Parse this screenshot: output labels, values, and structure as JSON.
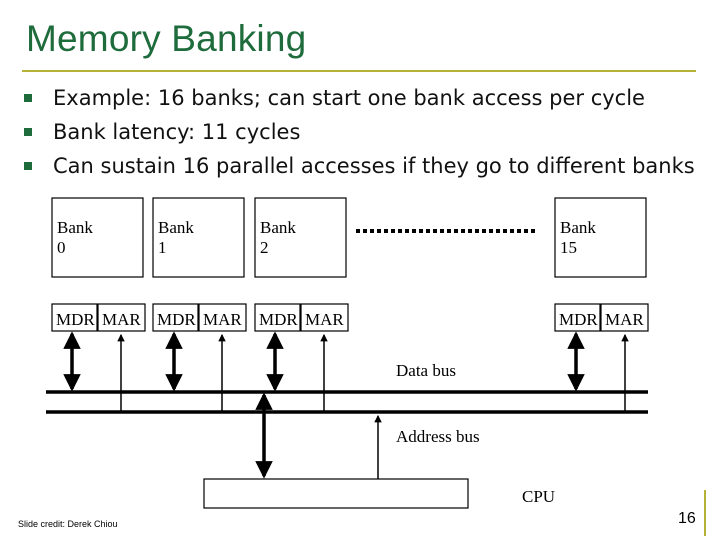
{
  "title": "Memory Banking",
  "bullets": [
    "Example: 16 banks; can start one bank access per cycle",
    "Bank latency: 11 cycles",
    "Can sustain 16 parallel accesses if they go to different banks"
  ],
  "banks": [
    {
      "line1": "Bank",
      "line2": "0",
      "mdr": "MDR",
      "mar": "MAR"
    },
    {
      "line1": "Bank",
      "line2": "1",
      "mdr": "MDR",
      "mar": "MAR"
    },
    {
      "line1": "Bank",
      "line2": "2",
      "mdr": "MDR",
      "mar": "MAR"
    },
    {
      "line1": "Bank",
      "line2": "15",
      "mdr": "MDR",
      "mar": "MAR"
    }
  ],
  "data_bus_label": "Data bus",
  "address_bus_label": "Address bus",
  "cpu_label": "CPU",
  "credit": "Slide credit: Derek Chiou",
  "page_number": "16",
  "colors": {
    "title": "#1e6b3c",
    "accent": "#b5b335",
    "bullet": "#1e6b3c"
  }
}
